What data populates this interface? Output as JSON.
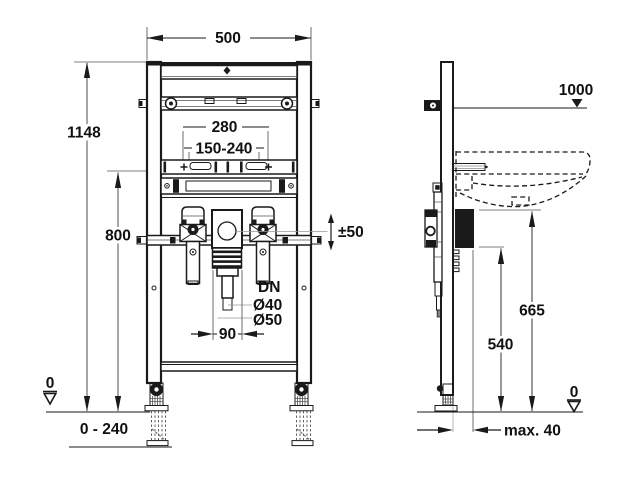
{
  "front_view": {
    "width_dim": "500",
    "total_height_dim": "1148",
    "rail_height_dim": "800",
    "stud_spacing_dim": "280",
    "bolt_slot_range_dim": "150-240",
    "drain_adjust_dim": "±50",
    "drain_dn_label": "DN",
    "drain_d40_label": "Ø40",
    "drain_d50_label": "Ø50",
    "drain_width_dim": "90",
    "floor_datum_label": "0",
    "foot_adjust_range_dim": "0 - 240"
  },
  "side_view": {
    "rim_level_dim": "1000",
    "basin_bottom_height_dim": "665",
    "drain_outlet_height_dim": "540",
    "wall_offset_dim": "max. 40",
    "floor_datum_label": "0"
  },
  "colors": {
    "line": "#1a1a1a",
    "background": "#ffffff"
  }
}
